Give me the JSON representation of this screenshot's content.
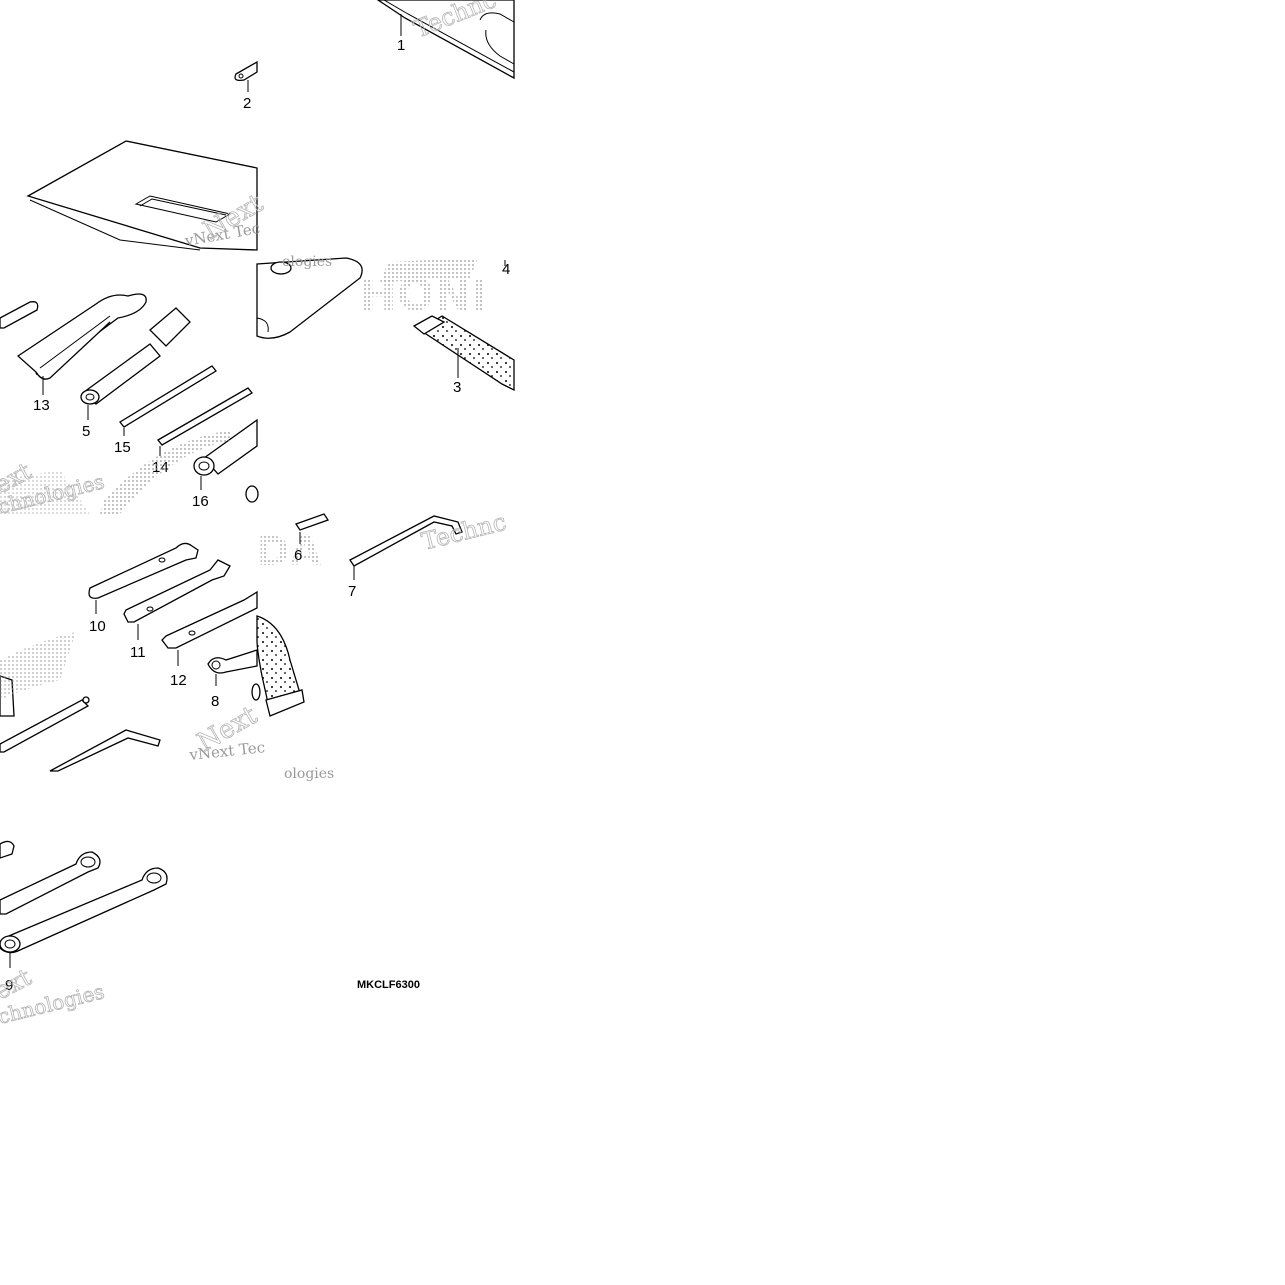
{
  "callouts": {
    "c1": "1",
    "c2": "2",
    "c3": "3",
    "c4": "4",
    "c5": "5",
    "c6": "6",
    "c7": "7",
    "c8": "8",
    "c9": "9",
    "c10": "10",
    "c11": "11",
    "c12": "12",
    "c13": "13",
    "c14": "14",
    "c15": "15",
    "c16": "16"
  },
  "diagram_code": "MKCLF6300",
  "watermark": {
    "line1": "vNext Tec",
    "line2": "Technologies",
    "fragment_ogies": "ologies",
    "fragment_chno": "chnologies",
    "fragment_next": "Next",
    "fragment_ext": "ext",
    "fragment_tech": "Technc"
  },
  "brand_text": {
    "honda_top": "HONI",
    "honda_mid": "DA"
  }
}
